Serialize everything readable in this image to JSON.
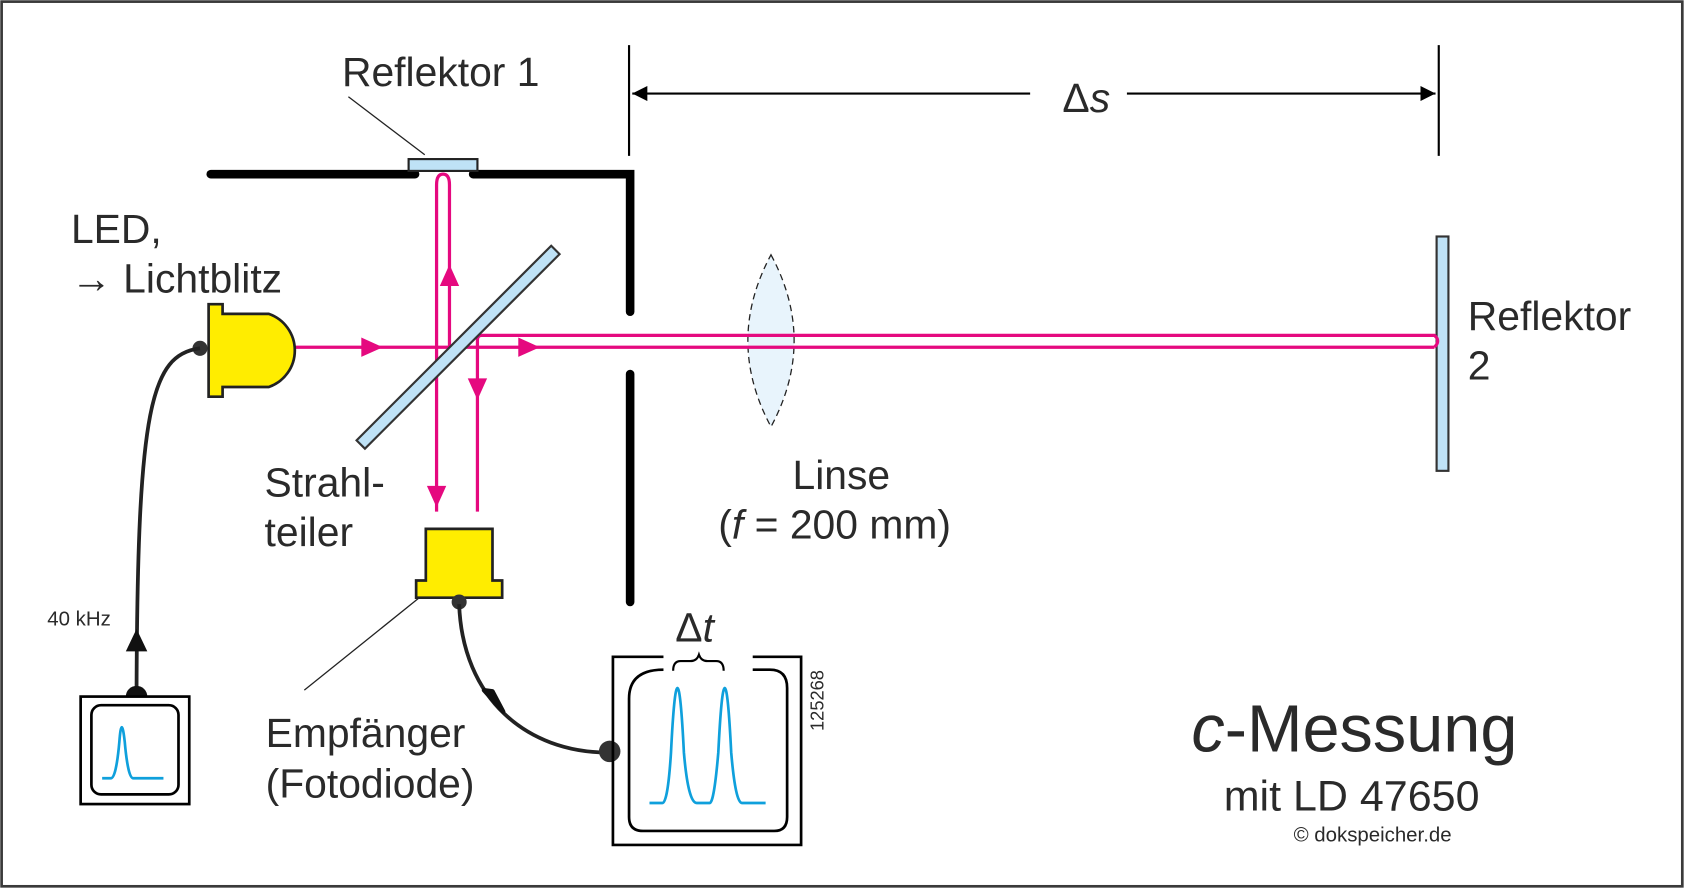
{
  "diagram": {
    "title_italic": "c",
    "title_rest": "-Messung",
    "subtitle": "mit LD 47650",
    "copyright": "© dokspeicher.de",
    "figure_code": "125268",
    "labels": {
      "reflektor1": "Reflektor 1",
      "delta_s_symbol": "Δ",
      "delta_s_var": "s",
      "led_line1": "LED,",
      "led_line2": "→ Lichtblitz",
      "reflektor2_line1": "Reflektor",
      "reflektor2_line2": "2",
      "strahlteiler_line1": "Strahl-",
      "strahlteiler_line2": "teiler",
      "linse_line1": "Linse",
      "linse_line2_open": "(",
      "linse_line2_var": "f",
      "linse_line2_rest": " = 200 mm)",
      "empfaenger_line1": "Empfänger",
      "empfaenger_line2": "(Fotodiode)",
      "frequency": "40 kHz",
      "delta_t_symbol": "Δ",
      "delta_t_var": "t"
    },
    "colors": {
      "beam": "#e5097f",
      "component_yellow": "#ffed00",
      "mirror_fill": "#bfe2f6",
      "lens_fill": "#e8f4fc",
      "signal": "#0fa0dc",
      "outline": "#222222",
      "text": "#2a2a2a"
    }
  }
}
